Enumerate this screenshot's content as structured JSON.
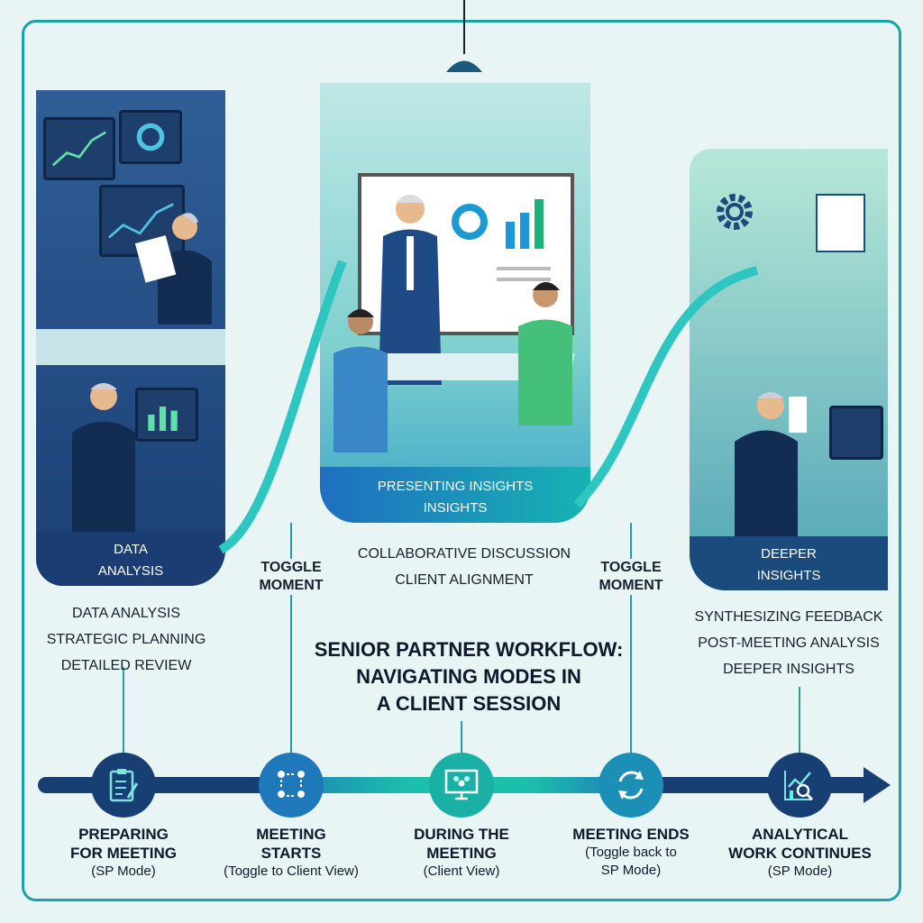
{
  "title": {
    "line1": "SENIOR PARTNER WORKFLOW:",
    "line2": "NAVIGATING MODES IN",
    "line3": "A CLIENT SESSION"
  },
  "panels": {
    "left": {
      "label_line1": "DATA",
      "label_line2": "ANALYSIS"
    },
    "center": {
      "label_line1": "PRESENTING INSIGHTS",
      "label_line2": "INSIGHTS"
    },
    "right": {
      "label_line1": "DEEPER",
      "label_line2": "INSIGHTS"
    }
  },
  "lists": {
    "left": [
      "DATA ANALYSIS",
      "STRATEGIC PLANNING",
      "DETAILED REVIEW"
    ],
    "center": [
      "COLLABORATIVE DISCUSSION",
      "CLIENT ALIGNMENT"
    ],
    "right": [
      "SYNTHESIZING FEEDBACK",
      "POST-MEETING ANALYSIS",
      "DEEPER INSIGHTS"
    ]
  },
  "toggles": [
    {
      "line1": "TOGGLE",
      "line2": "MOMENT"
    },
    {
      "line1": "TOGGLE",
      "line2": "MOMENT"
    }
  ],
  "timeline": [
    {
      "title1": "PREPARING",
      "title2": "FOR MEETING",
      "sub1": "(SP Mode)",
      "sub2": "",
      "icon": "clipboard-icon",
      "color": "#173f73"
    },
    {
      "title1": "MEETING",
      "title2": "STARTS",
      "sub1": "(Toggle to Client View)",
      "sub2": "",
      "icon": "people-connect-icon",
      "color": "#1f78b9"
    },
    {
      "title1": "DURING THE",
      "title2": "MEETING",
      "sub1": "(Client View)",
      "sub2": "",
      "icon": "video-meeting-icon",
      "color": "#1bb0a6"
    },
    {
      "title1": "MEETING ENDS",
      "title2": "",
      "sub1": "(Toggle back to",
      "sub2": "SP Mode)",
      "icon": "refresh-icon",
      "color": "#1b8fb5"
    },
    {
      "title1": "ANALYTICAL",
      "title2": "WORK CONTINUES",
      "sub1": "(SP Mode)",
      "sub2": "",
      "icon": "analytics-search-icon",
      "color": "#173f73"
    }
  ]
}
